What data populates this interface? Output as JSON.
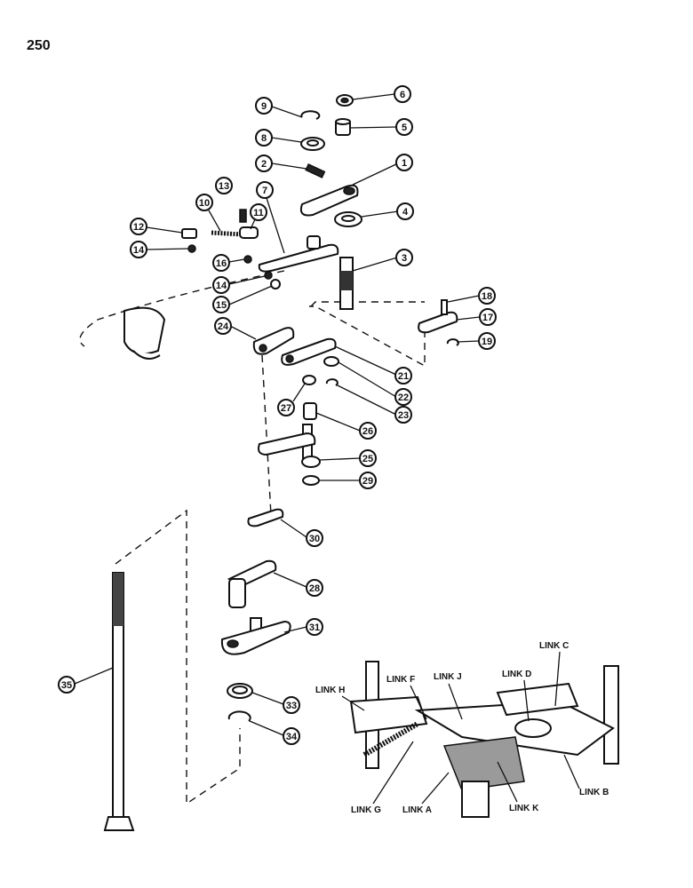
{
  "page_number": "250",
  "callouts": [
    "1",
    "2",
    "3",
    "4",
    "5",
    "6",
    "7",
    "8",
    "9",
    "10",
    "11",
    "12",
    "13",
    "14",
    "14",
    "15",
    "16",
    "17",
    "18",
    "19",
    "21",
    "22",
    "23",
    "24",
    "25",
    "26",
    "27",
    "28",
    "29",
    "30",
    "31",
    "33",
    "34",
    "35"
  ],
  "link_labels": {
    "link_a": "LINK A",
    "link_b": "LINK B",
    "link_c": "LINK C",
    "link_d": "LINK D",
    "link_f": "LINK F",
    "link_g": "LINK G",
    "link_h": "LINK H",
    "link_j": "LINK J",
    "link_k": "LINK K"
  }
}
